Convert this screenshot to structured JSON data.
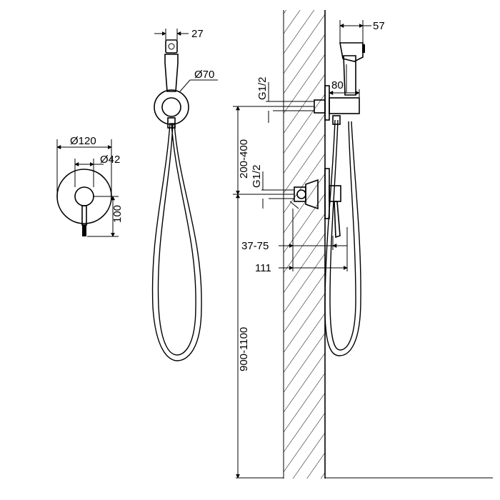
{
  "diagram": {
    "colors": {
      "line": "#000000",
      "background": "#ffffff"
    },
    "labels": {
      "handshower_head_width": "27",
      "holder_diameter": "Ø70",
      "plate_diameter": "Ø120",
      "handle_diameter": "Ø42",
      "plate_height": "100",
      "head_width_side": "57",
      "holder_projection": "80",
      "upper_thread": "G1/2",
      "upper_range": "200-400",
      "lower_thread": "G1/2",
      "mixer_depth": "37-75",
      "total_projection": "111",
      "install_height": "900-1100"
    }
  }
}
